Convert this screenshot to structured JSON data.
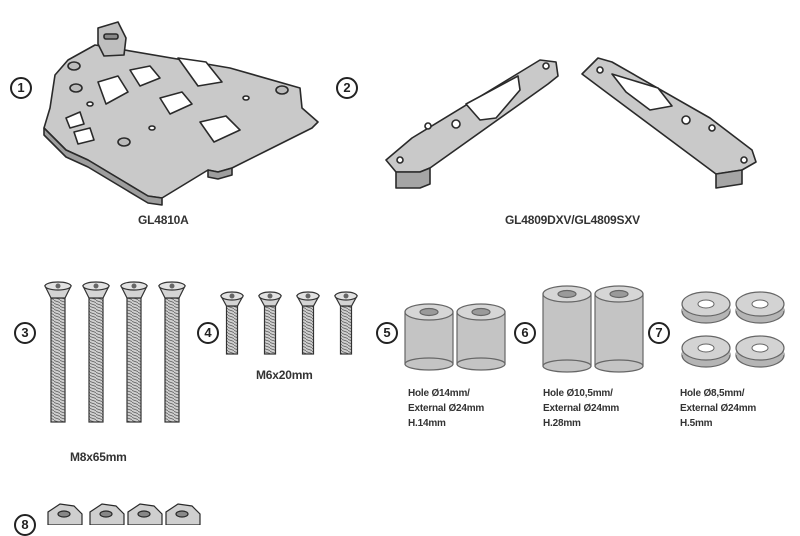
{
  "parts": [
    {
      "number": "1",
      "label": "GL4810A"
    },
    {
      "number": "2",
      "label": "GL4809DXV/GL4809SXV"
    },
    {
      "number": "3",
      "label": "M8x65mm"
    },
    {
      "number": "4",
      "label": "M6x20mm"
    },
    {
      "number": "5",
      "spec": [
        "Hole Ø14mm/",
        "External Ø24mm",
        "H.14mm"
      ]
    },
    {
      "number": "6",
      "spec": [
        "Hole Ø10,5mm/",
        "External Ø24mm",
        "H.28mm"
      ]
    },
    {
      "number": "7",
      "spec": [
        "Hole Ø8,5mm/",
        "External Ø24mm",
        "H.5mm"
      ]
    },
    {
      "number": "8"
    }
  ],
  "colors": {
    "metal": "#c8c8c8",
    "outline": "#2a2a2a",
    "spacer": "#bdbdbd"
  }
}
